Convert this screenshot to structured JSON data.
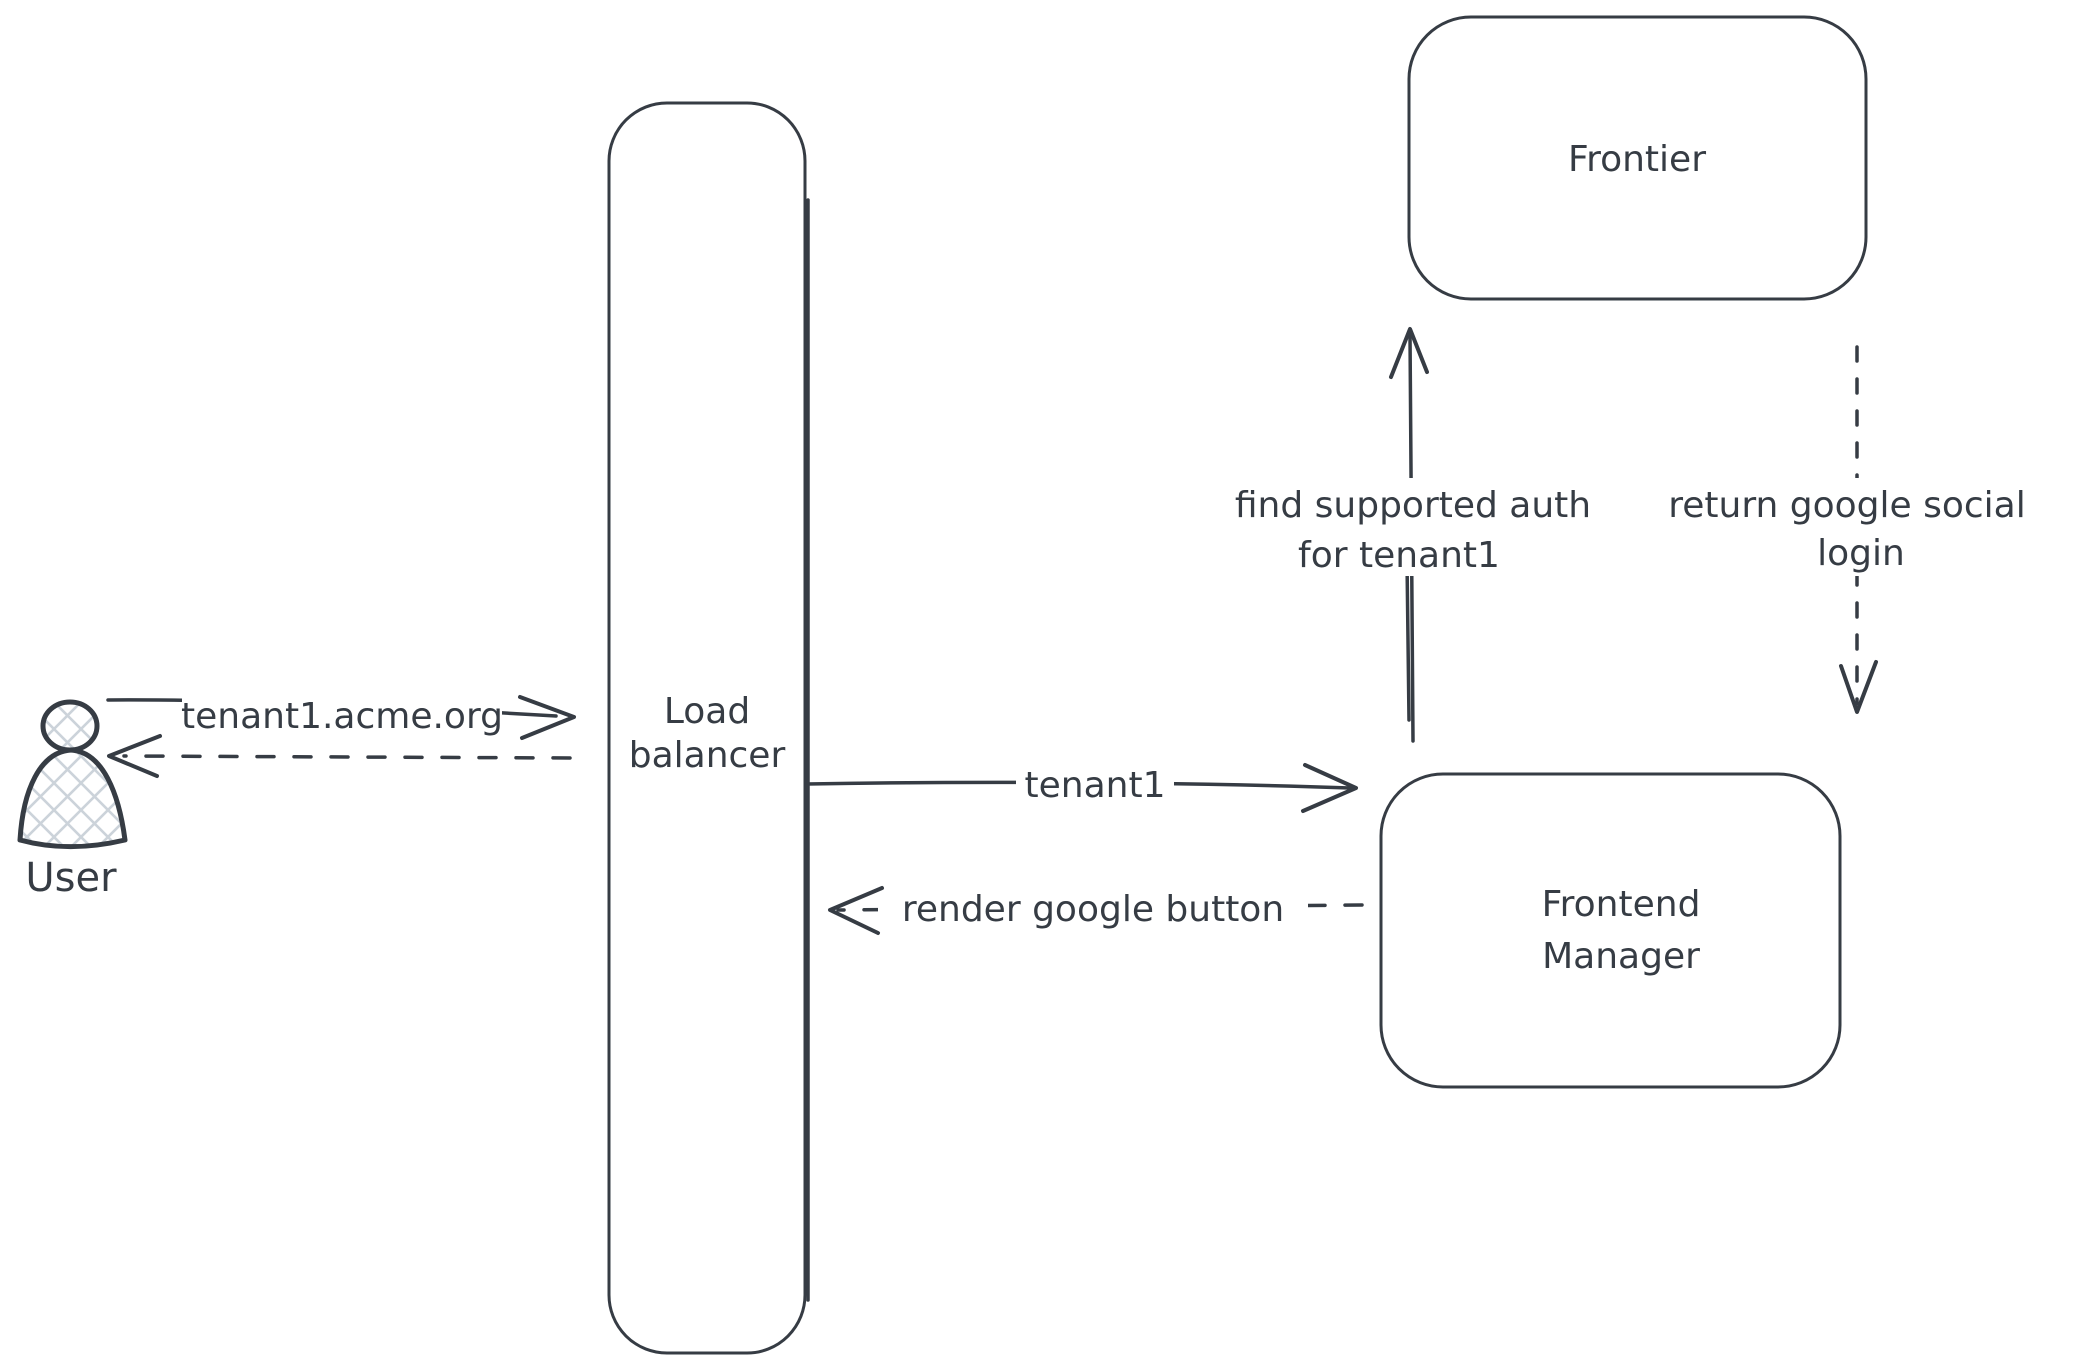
{
  "canvas": {
    "background_color": "#ffffff",
    "stroke_color": "#363c44",
    "hatch_color": "#ccd3da"
  },
  "nodes": {
    "user": {
      "label": "User",
      "icon": "person-icon"
    },
    "load_balancer": {
      "label_line1": "Load",
      "label_line2": "balancer"
    },
    "frontier": {
      "label": "Frontier"
    },
    "frontend_manager": {
      "label_line1": "Frontend",
      "label_line2": "Manager"
    }
  },
  "edges": {
    "user_to_load_balancer": {
      "label": "tenant1.acme.org",
      "style": "solid",
      "direction": "right"
    },
    "load_balancer_to_user": {
      "style": "dashed",
      "direction": "left"
    },
    "load_balancer_to_frontend_manager": {
      "label": "tenant1",
      "style": "solid",
      "direction": "right"
    },
    "frontend_manager_to_load_balancer": {
      "label": "render google button",
      "style": "dashed",
      "direction": "left"
    },
    "frontend_manager_to_frontier": {
      "label_line1": "find supported auth",
      "label_line2": "for tenant1",
      "style": "solid",
      "direction": "up"
    },
    "frontier_to_frontend_manager": {
      "label_line1": "return google social",
      "label_line2": "login",
      "style": "dashed",
      "direction": "down"
    }
  }
}
